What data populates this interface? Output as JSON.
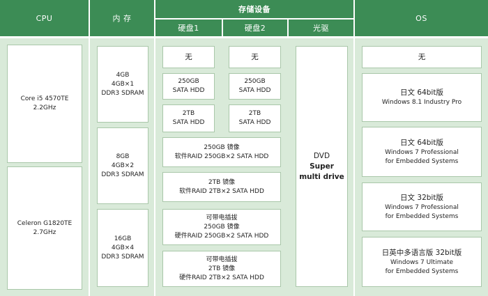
{
  "header": {
    "cpu": "CPU",
    "memory": "内 存",
    "storage": "存储设备",
    "disk1": "硬盘1",
    "disk2": "硬盘2",
    "optical": "光驱",
    "os": "OS"
  },
  "cpu": [
    {
      "line1": "Core i5 4570TE",
      "line2": "2.2GHz"
    },
    {
      "line1": "Celeron G1820TE",
      "line2": "2.7GHz"
    }
  ],
  "memory": [
    {
      "line1": "4GB",
      "line2": "4GB×1",
      "line3": "DDR3 SDRAM"
    },
    {
      "line1": "8GB",
      "line2": "4GB×2",
      "line3": "DDR3 SDRAM"
    },
    {
      "line1": "16GB",
      "line2": "4GB×4",
      "line3": "DDR3 SDRAM"
    }
  ],
  "disk1": [
    {
      "line1": "无"
    },
    {
      "line1": "250GB",
      "line2": "SATA HDD"
    },
    {
      "line1": "2TB",
      "line2": "SATA HDD"
    }
  ],
  "disk2": [
    {
      "line1": "无"
    },
    {
      "line1": "250GB",
      "line2": "SATA HDD"
    },
    {
      "line1": "2TB",
      "line2": "SATA HDD"
    }
  ],
  "raid": [
    {
      "line1": "250GB 镜像",
      "line2": "软件RAID 250GB×2 SATA HDD"
    },
    {
      "line1": "2TB 镜像",
      "line2": "软件RAID 2TB×2 SATA HDD"
    },
    {
      "line1": "可带电插拔",
      "line2": "250GB 镜像",
      "line3": "硬件RAID 250GB×2 SATA HDD"
    },
    {
      "line1": "可带电插拔",
      "line2": "2TB 镜像",
      "line3": "硬件RAID 2TB×2 SATA HDD"
    }
  ],
  "optical": {
    "line1": "DVD",
    "line2": "Super",
    "line3": "multi drive"
  },
  "os": [
    {
      "line1": "无"
    },
    {
      "line1": "日文 64bit版",
      "line2": "Windows 8.1 Industry Pro"
    },
    {
      "line1": "日文 64bit版",
      "line2": "Windows 7 Professional",
      "line3": "for Embedded Systems"
    },
    {
      "line1": "日文 32bit版",
      "line2": "Windows 7 Professional",
      "line3": "for Embedded Systems"
    },
    {
      "line1": "日英中多语言版 32bit版",
      "line2": "Windows 7 Ultimate",
      "line3": "for Embedded Systems"
    }
  ]
}
